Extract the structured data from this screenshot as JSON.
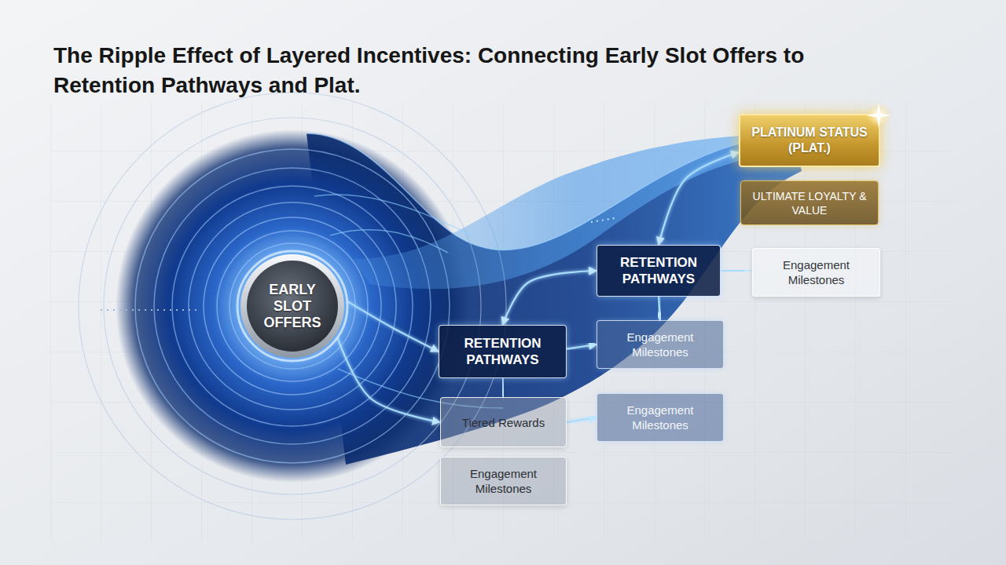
{
  "diagram": {
    "title": "The Ripple Effect of Layered Incentives: Connecting Early Slot Offers to Retention Pathways and Plat.",
    "nodes": [
      {
        "text": [
          "EARLY SLOT OFFERS"
        ]
      },
      {
        "text": [
          "PLATINUM STATUS (PLAT.)"
        ]
      },
      {
        "text": [
          "ULTIMATE LOYALTY & VALUE"
        ]
      },
      {
        "text": [
          "RETENTION PATHWAYS"
        ]
      },
      {
        "text": [
          "Engagement Milestones"
        ]
      },
      {
        "text": [
          "RETENTION PATHWAYS"
        ]
      },
      {
        "text": [
          "Engagement Milestones"
        ]
      },
      {
        "text": [
          "Tiered Rewards"
        ]
      },
      {
        "text": [
          "Engagement Milestones"
        ]
      },
      {
        "text": [
          "Engagement Milestones"
        ]
      }
    ],
    "edges": [
      {
        "from": 1,
        "to": 2,
        "arrow": "to"
      },
      {
        "from": 3,
        "to": 1,
        "arrow": "both"
      },
      {
        "from": 3,
        "to": 4,
        "arrow": "to"
      },
      {
        "from": 3,
        "to": 6,
        "arrow": "to"
      },
      {
        "from": 5,
        "to": 3,
        "arrow": "both"
      },
      {
        "from": 5,
        "to": 6,
        "arrow": "to"
      },
      {
        "from": 5,
        "to": 7,
        "arrow": "to"
      },
      {
        "from": 6,
        "to": 8,
        "arrow": "to"
      },
      {
        "from": 7,
        "to": 8,
        "arrow": "to"
      },
      {
        "from": 7,
        "to": 9,
        "arrow": "to"
      },
      {
        "from": 0,
        "to": 5,
        "arrow": "to"
      },
      {
        "from": 0,
        "to": 7,
        "arrow": "to"
      }
    ]
  }
}
